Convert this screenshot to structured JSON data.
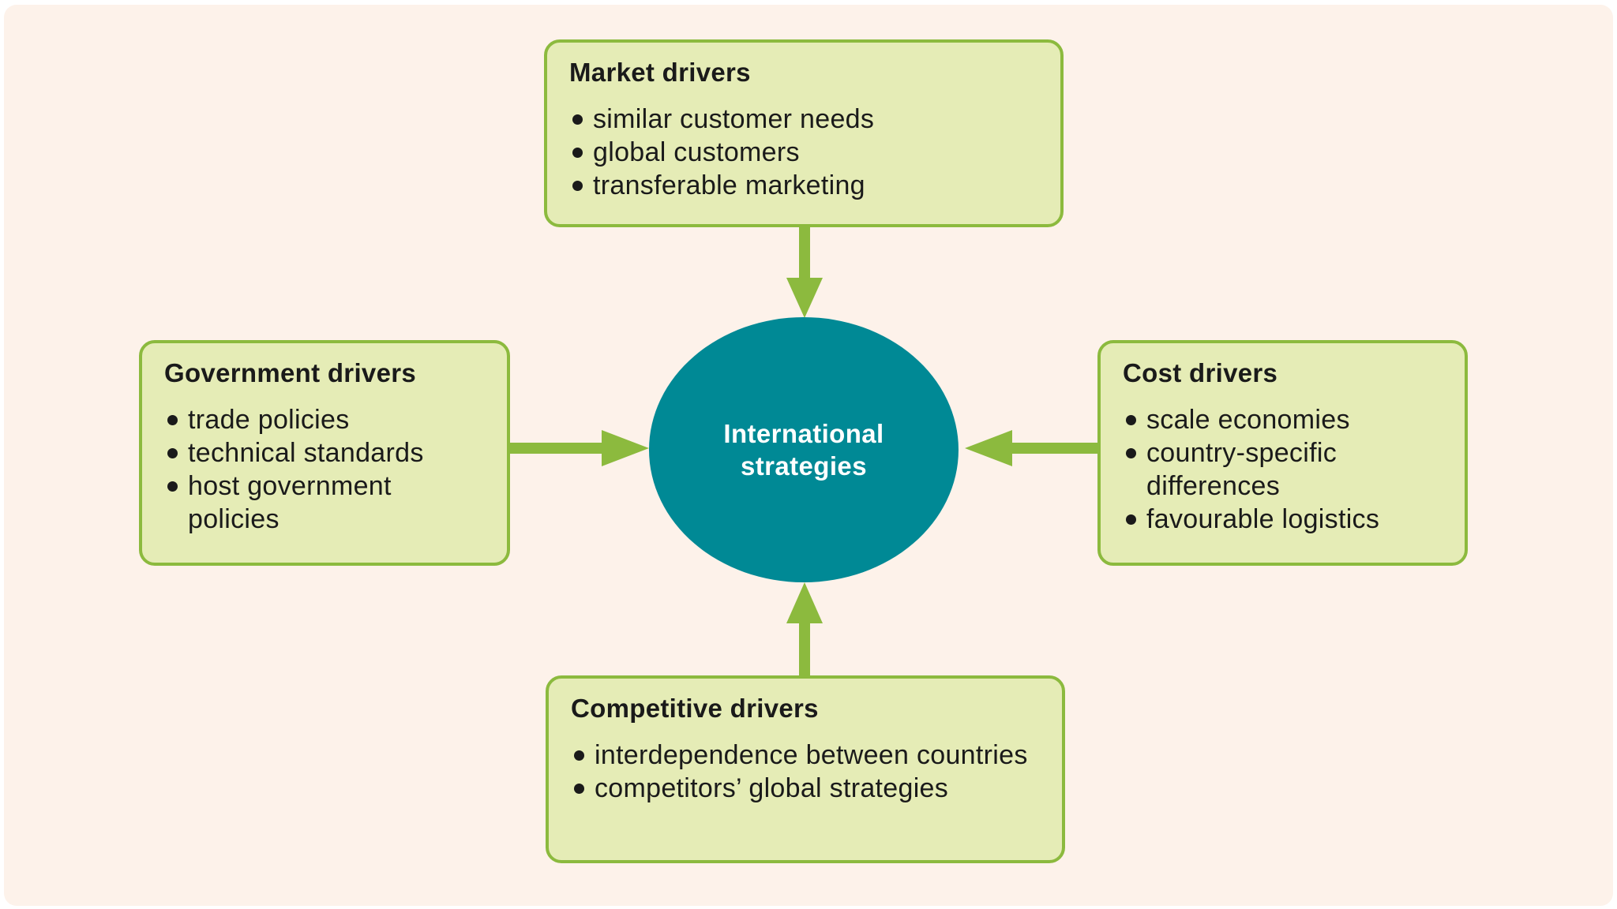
{
  "colors": {
    "background": "#fdf2ea",
    "box_fill": "#e5ecb6",
    "box_border": "#8cba3e",
    "arrow": "#8cba3e",
    "center_fill": "#008995",
    "center_text": "#ffffff",
    "text": "#1a1a1a"
  },
  "center": {
    "label": "International\nstrategies"
  },
  "market": {
    "title": "Market drivers",
    "items": [
      "similar customer needs",
      "global customers",
      "transferable marketing"
    ]
  },
  "government": {
    "title": "Government drivers",
    "items": [
      "trade policies",
      "technical standards",
      "host government policies"
    ]
  },
  "cost": {
    "title": "Cost drivers",
    "items": [
      "scale economies",
      "country-specific differences",
      "favourable logistics"
    ]
  },
  "competitive": {
    "title": "Competitive drivers",
    "items": [
      "interdependence between countries",
      "competitors’ global strategies"
    ]
  }
}
